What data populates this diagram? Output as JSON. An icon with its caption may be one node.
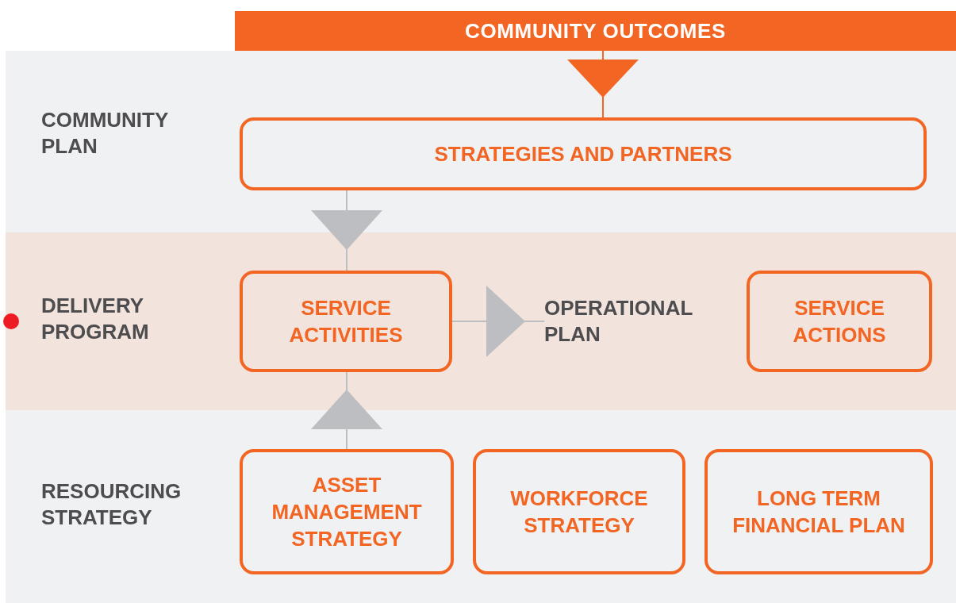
{
  "diagram": {
    "nodes": [
      {
        "text": [
          "COMMUNITY OUTCOMES"
        ]
      },
      {
        "text": [
          "COMMUNITY PLAN"
        ]
      },
      {
        "text": [
          "STRATEGIES AND PARTNERS"
        ],
        "in": 1
      },
      {
        "text": [
          "DELIVERY PROGRAM"
        ]
      },
      {
        "text": [
          "SERVICE ACTIVITIES"
        ],
        "in": 3
      },
      {
        "text": [
          "OPERATIONAL PLAN"
        ],
        "in": 3
      },
      {
        "text": [
          "SERVICE ACTIONS"
        ],
        "in": 3
      },
      {
        "text": [
          "RESOURCING STRATEGY"
        ]
      },
      {
        "text": [
          "ASSET MANAGEMENT STRATEGY"
        ],
        "in": 7
      },
      {
        "text": [
          "WORKFORCE STRATEGY"
        ],
        "in": 7
      },
      {
        "text": [
          "LONG TERM FINANCIAL PLAN"
        ],
        "in": 7
      }
    ],
    "edges": [
      {
        "from": 0,
        "to": 2,
        "arrow": "to",
        "color": "#f26522"
      },
      {
        "from": 2,
        "to": 4,
        "arrow": "to"
      },
      {
        "from": 8,
        "to": 4,
        "arrow": "to"
      },
      {
        "from": 4,
        "to": 5,
        "arrow": "to"
      }
    ]
  }
}
